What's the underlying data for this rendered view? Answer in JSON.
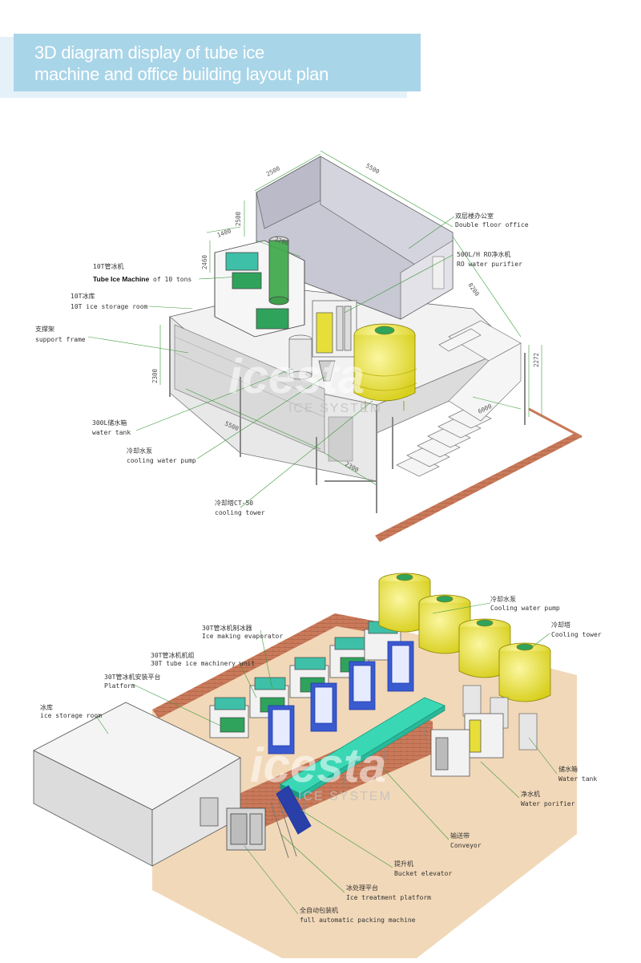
{
  "header": {
    "title_line1": "3D diagram display of tube ice",
    "title_line2": "machine and office building layout plan"
  },
  "diagram1": {
    "dimensions": {
      "d2500a": "2500",
      "d5500": "5500",
      "d2500b": "2500",
      "d1400": "1400",
      "d2200": "2200",
      "d2460": "2460",
      "d8200": "8200",
      "d2300a": "2300",
      "d5500b": "5500",
      "d2300b": "2300",
      "d6000": "6000",
      "d2272": "2272"
    },
    "labels": {
      "office_cn": "双层楼办公室",
      "office_en": "Double floor office",
      "ro_cn": "500L/H RO净水机",
      "ro_en": "RO water purifier",
      "machine_cn": "10T管冰机",
      "machine_en_bold": "Tube Ice Machine",
      "machine_en_rest": " of 10 tons",
      "storage_cn": "10T冰库",
      "storage_en": "10T ice storage room",
      "frame_cn": "支撑架",
      "frame_en": "support frame",
      "tank_cn": "300L储水箱",
      "tank_en": "water tank",
      "pump_cn": "冷却水泵",
      "pump_en": "cooling water pump",
      "tower_cn": "冷却塔CT-50",
      "tower_en": "cooling tower"
    },
    "watermark": "ICE SYSTEM"
  },
  "diagram2": {
    "labels": {
      "evap_cn": "30T管冰机制冰器",
      "evap_en": "Ice making evaporator",
      "unit_cn": "30T管冰机机组",
      "unit_en": "30T tube ice machinery unit",
      "platform_cn": "30T管冰机安装平台",
      "platform_en": "Platform",
      "storage_cn": "冰库",
      "storage_en": "ice storage room",
      "pump_cn": "冷却水泵",
      "pump_en": "Cooling water pump",
      "tower_cn": "冷却塔",
      "tower_en": "Cooling tower",
      "tank_cn": "储水箱",
      "tank_en": "Water tank",
      "purifier_cn": "净水机",
      "purifier_en": "Water porifier",
      "conveyor_cn": "输送带",
      "conveyor_en": "Conveyor",
      "elevator_cn": "提升机",
      "elevator_en": "Bucket elevator",
      "treatment_cn": "冰处理平台",
      "treatment_en": "Ice treatment platform",
      "packing_cn": "全自动包装机",
      "packing_en": "full automatic packing machine"
    },
    "watermark": "ICE SYSTEM"
  },
  "colors": {
    "header_bar": "#a9d5e8",
    "header_shadow": "#e4f1f8",
    "leader_line": "#3a9a3a",
    "brick": "#c97a5a",
    "floor": "#f1d8b8",
    "cooling_tower": "#f4ee3a",
    "conveyor": "#3ad7b4",
    "machine_blue": "#3a5ad0",
    "office_wall": "#c8c8d4"
  }
}
